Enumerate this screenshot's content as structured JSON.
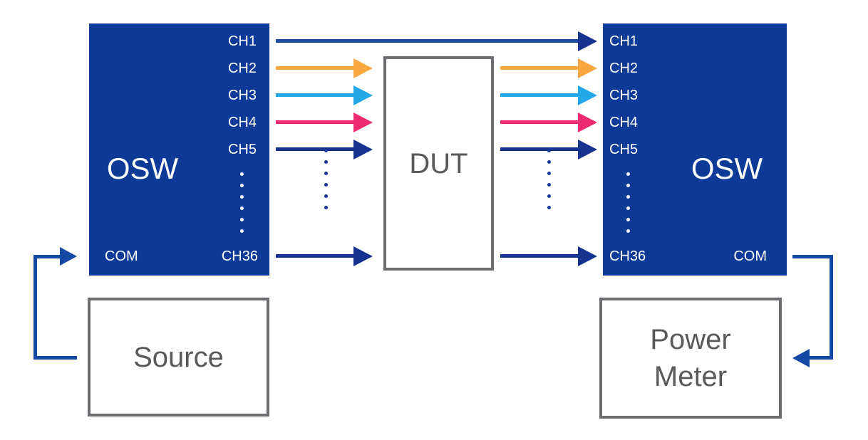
{
  "diagram_type": "optical-switch-test-setup",
  "channels": [
    {
      "label": "CH1",
      "color": "#1B4AA2"
    },
    {
      "label": "CH2",
      "color": "#F9A840"
    },
    {
      "label": "CH3",
      "color": "#22A9E8"
    },
    {
      "label": "CH4",
      "color": "#EE2A70"
    },
    {
      "label": "CH5",
      "color": "#16338F"
    }
  ],
  "last_channel": {
    "label": "CH36",
    "color": "#16338F"
  },
  "com_label": "COM",
  "left_osw": {
    "label": "OSW"
  },
  "right_osw": {
    "label": "OSW"
  },
  "dut": {
    "label": "DUT"
  },
  "source": {
    "label": "Source"
  },
  "power_meter": {
    "line1": "Power",
    "line2": "Meter"
  },
  "ellipsis_dot_count": 6,
  "colors": {
    "osw_box": "#0C3A96",
    "navy_arrow": "#16338F",
    "ch1_line": "#1B4AA2",
    "connector_blue": "#1547A5",
    "orange": "#F9A840",
    "cyan": "#22A9E8",
    "pink": "#EE2A70",
    "box_border_gray": "#6D6E71",
    "label_gray": "#58595B",
    "dot_blue": "#16389E",
    "dot_white": "#FFFFFF",
    "channel_text_white": "#FFFFFF"
  }
}
